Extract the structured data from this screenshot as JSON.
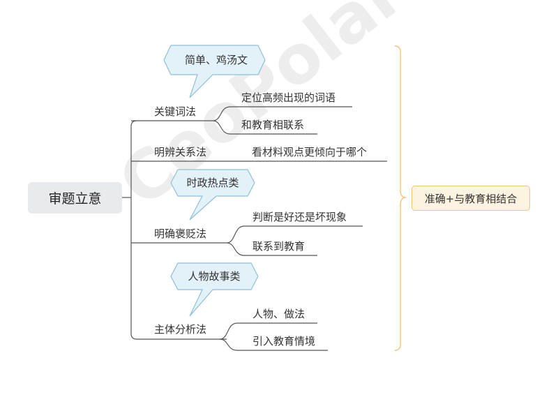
{
  "root": {
    "label": "审题立意"
  },
  "branches": [
    {
      "label": "关键词法",
      "callout": "简单、鸡汤文",
      "children": [
        "定位高频出现的词语",
        "和教育相联系"
      ]
    },
    {
      "label": "明辨关系法",
      "callout": "",
      "children": [
        "看材料观点更倾向于哪个"
      ]
    },
    {
      "label": "明确褒贬法",
      "callout": "时政热点类",
      "children": [
        "判断是好还是坏现象",
        "联系到教育"
      ]
    },
    {
      "label": "主体分析法",
      "callout": "人物故事类",
      "children": [
        "人物、做法",
        "引入教育情境"
      ]
    }
  ],
  "summary": {
    "label": "准确+与教育相结合"
  },
  "watermark": "CeoPolaris",
  "colors": {
    "line": "#555555",
    "callout_fill": "#e3f1f8",
    "callout_stroke": "#8fbfd6",
    "brace": "#f2c47a",
    "summary_fill": "#fdf3e1"
  }
}
